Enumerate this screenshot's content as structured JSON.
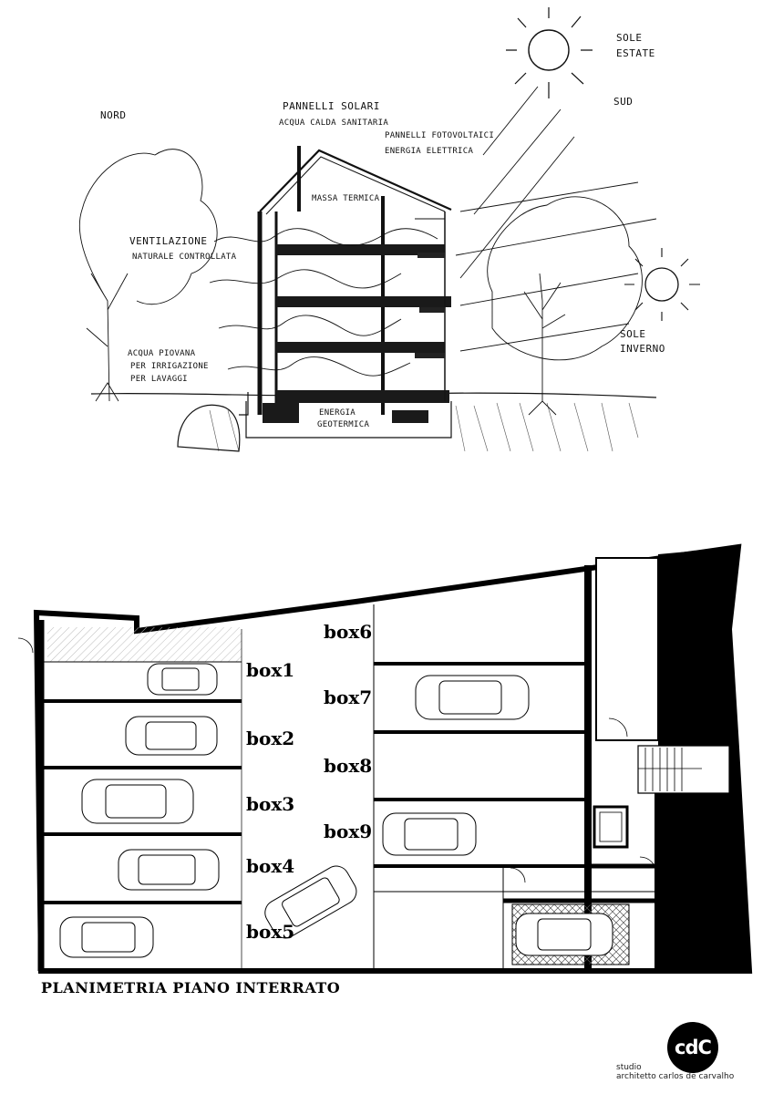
{
  "sketch": {
    "labels": {
      "nord": "NORD",
      "sud": "SUD",
      "sole_estate_1": "SOLE",
      "sole_estate_2": "ESTATE",
      "sole_inverno_1": "SOLE",
      "sole_inverno_2": "INVERNO",
      "pannelli_solari_1": "PANNELLI SOLARI",
      "pannelli_solari_2": "ACQUA CALDA SANITARIA",
      "fotovoltaici_1": "PANNELLI FOTOVOLTAICI",
      "fotovoltaici_2": "ENERGIA ELETTRICA",
      "massa_termica": "MASSA TERMICA",
      "ventilazione_1": "VENTILAZIONE",
      "ventilazione_2": "NATURALE CONTROLLATA",
      "acqua_1": "ACQUA PIOVANA",
      "acqua_2": "PER IRRIGAZIONE",
      "acqua_3": "PER LAVAGGI",
      "geotermica_1": "ENERGIA",
      "geotermica_2": "GEOTERMICA"
    }
  },
  "plan": {
    "title": "PLANIMETRIA PIANO INTERRATO",
    "boxes": [
      "box1",
      "box2",
      "box3",
      "box4",
      "box5",
      "box6",
      "box7",
      "box8",
      "box9"
    ]
  },
  "branding": {
    "logo": "cdC",
    "studio_line1": "studio",
    "studio_line2": "architetto carlos de carvalho"
  },
  "colors": {
    "ink": "#000000",
    "paper": "#ffffff",
    "hatch": "#bdbdbd"
  }
}
